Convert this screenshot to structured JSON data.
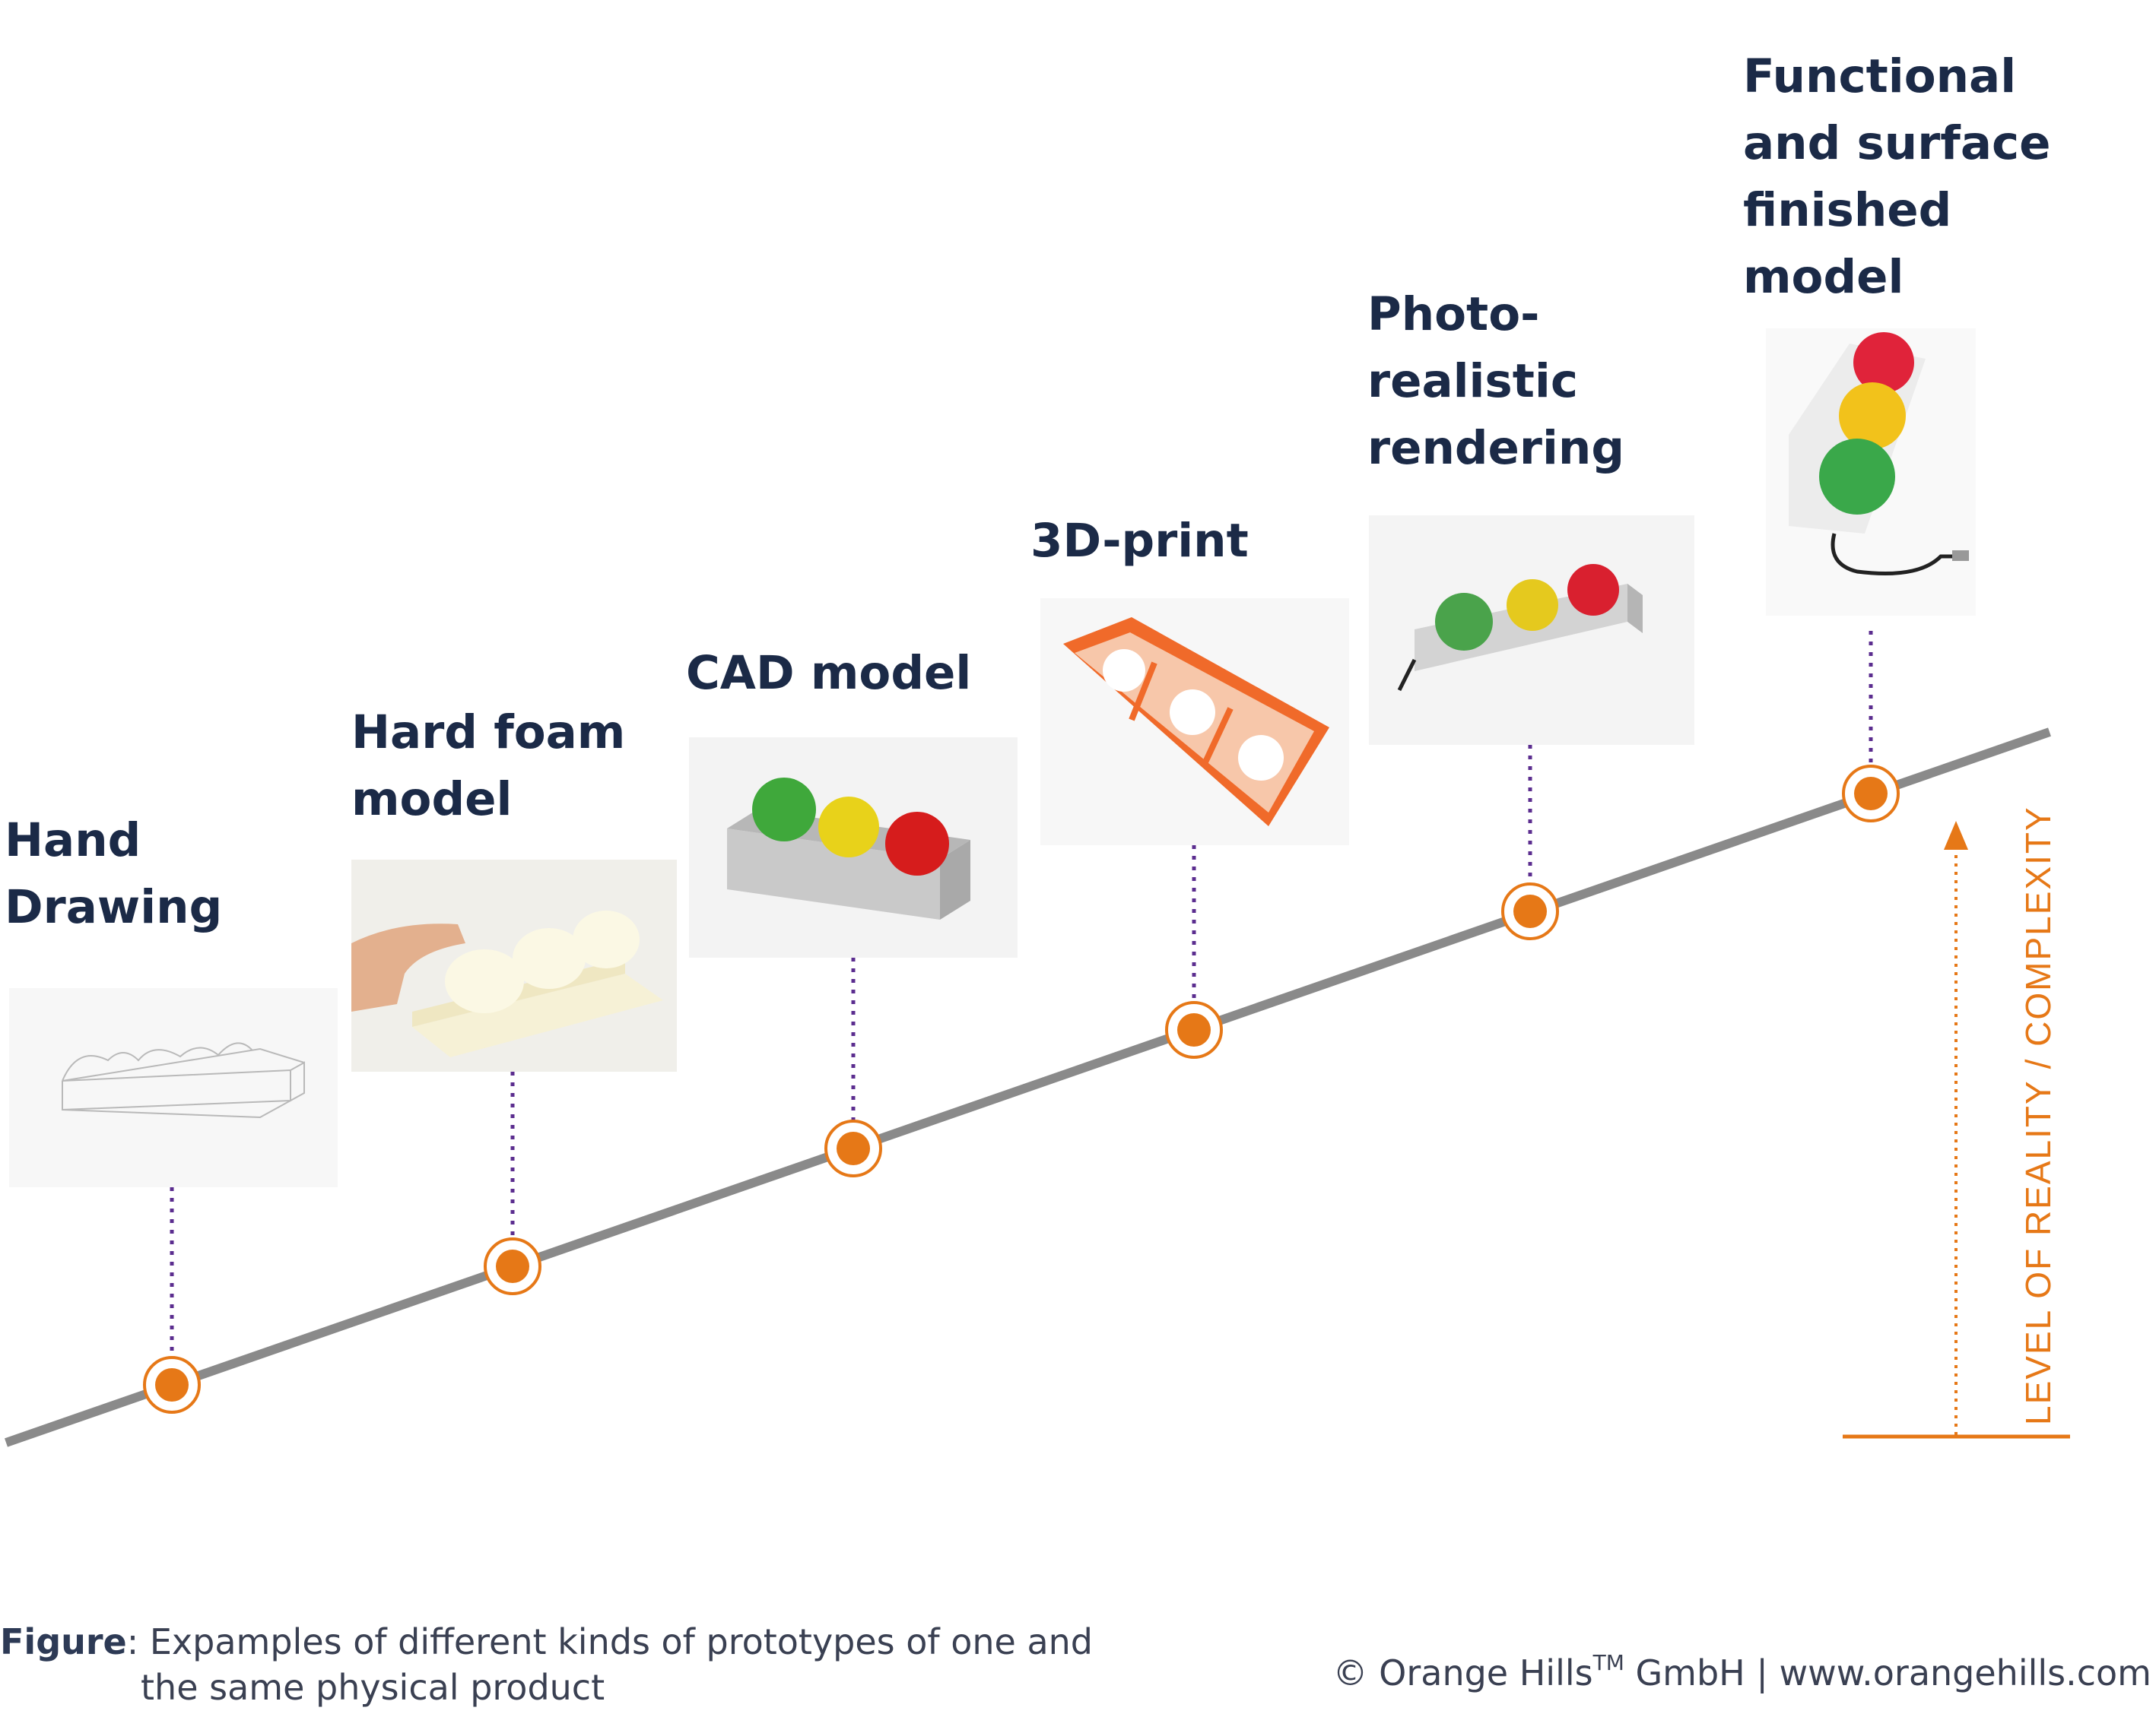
{
  "stages": [
    {
      "label": "Hand\nDrawing",
      "image": "line-sketch-of-button-bar"
    },
    {
      "label": "Hard foam\nmodel",
      "image": "white-foam-button-bar-with-hand"
    },
    {
      "label": "CAD model",
      "image": "grey-cad-bar-green-yellow-red-domes"
    },
    {
      "label": "3D-print",
      "image": "orange-printed-frame"
    },
    {
      "label": "Photo-\nrealistic\nrendering",
      "image": "rendered-bar-green-yellow-red-domes"
    },
    {
      "label": "Functional\nand surface\nfinished\nmodel",
      "image": "finished-bar-red-yellow-green-with-usb-cable"
    }
  ],
  "axis_label": "LEVEL OF REALITY / COMPLEXITY",
  "caption": {
    "prefix": "Figure",
    "line1": ": Expamples of different kinds of prototypes of one and",
    "line2": "the same physical product"
  },
  "copyright": {
    "company": "© Orange Hills",
    "trademark": "TM",
    "rest": " GmbH | www.orangehills.com"
  },
  "colors": {
    "text": "#1b2a47",
    "accent": "#e67817",
    "line": "#8a8a8a",
    "connector": "#5b2d8f"
  }
}
